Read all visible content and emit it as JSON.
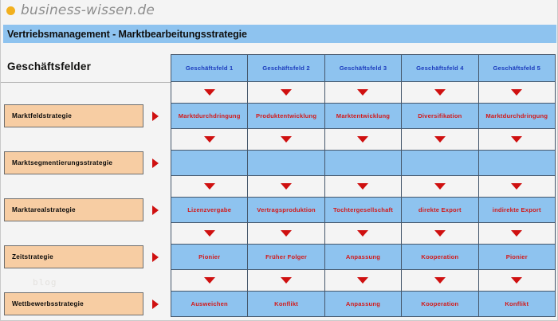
{
  "brand": {
    "name": "business-wissen.de",
    "dot_color": "#f2b01e",
    "text_color": "#8e8e8e"
  },
  "title_bar": {
    "text": "Vertriebsmanagement - Marktbearbeitungsstrategie",
    "background": "#8ec3ef"
  },
  "watermark": {
    "text": "blog"
  },
  "left_panel": {
    "header": "Geschäftsfelder",
    "box_color": "#f7cda3",
    "strategies": [
      {
        "label": "Marktfeldstrategie"
      },
      {
        "label": "Marktsegmentierungsstrategie"
      },
      {
        "label": "Marktarealstrategie"
      },
      {
        "label": "Zeitstrategie"
      },
      {
        "label": "Wettbewerbsstrategie"
      }
    ]
  },
  "matrix": {
    "header_text_color": "#1b3bbd",
    "cell_text_color": "#d31919",
    "cell_background": "#8ec3ef",
    "arrow_color": "#cf1010",
    "columns": [
      "Geschäftsfeld 1",
      "Geschäftsfeld 2",
      "Geschäftsfeld 3",
      "Geschäftsfeld 4",
      "Geschäftsfeld 5"
    ],
    "rows": [
      {
        "strategy": "Marktfeldstrategie",
        "cells": [
          "Marktdurchdringung",
          "Produktentwicklung",
          "Marktentwicklung",
          "Diversifikation",
          "Marktdurchdringung"
        ]
      },
      {
        "strategy": "Marktsegmentierungsstrategie",
        "cells": [
          "",
          "",
          "",
          "",
          ""
        ]
      },
      {
        "strategy": "Marktarealstrategie",
        "cells": [
          "Lizenzvergabe",
          "Vertragsproduktion",
          "Tochtergesellschaft",
          "direkte Export",
          "indirekte Export"
        ]
      },
      {
        "strategy": "Zeitstrategie",
        "cells": [
          "Pionier",
          "Früher Folger",
          "Anpassung",
          "Kooperation",
          "Pionier"
        ]
      },
      {
        "strategy": "Wettbewerbsstrategie",
        "cells": [
          "Ausweichen",
          "Konflikt",
          "Anpassung",
          "Kooperation",
          "Konflikt"
        ]
      }
    ]
  }
}
